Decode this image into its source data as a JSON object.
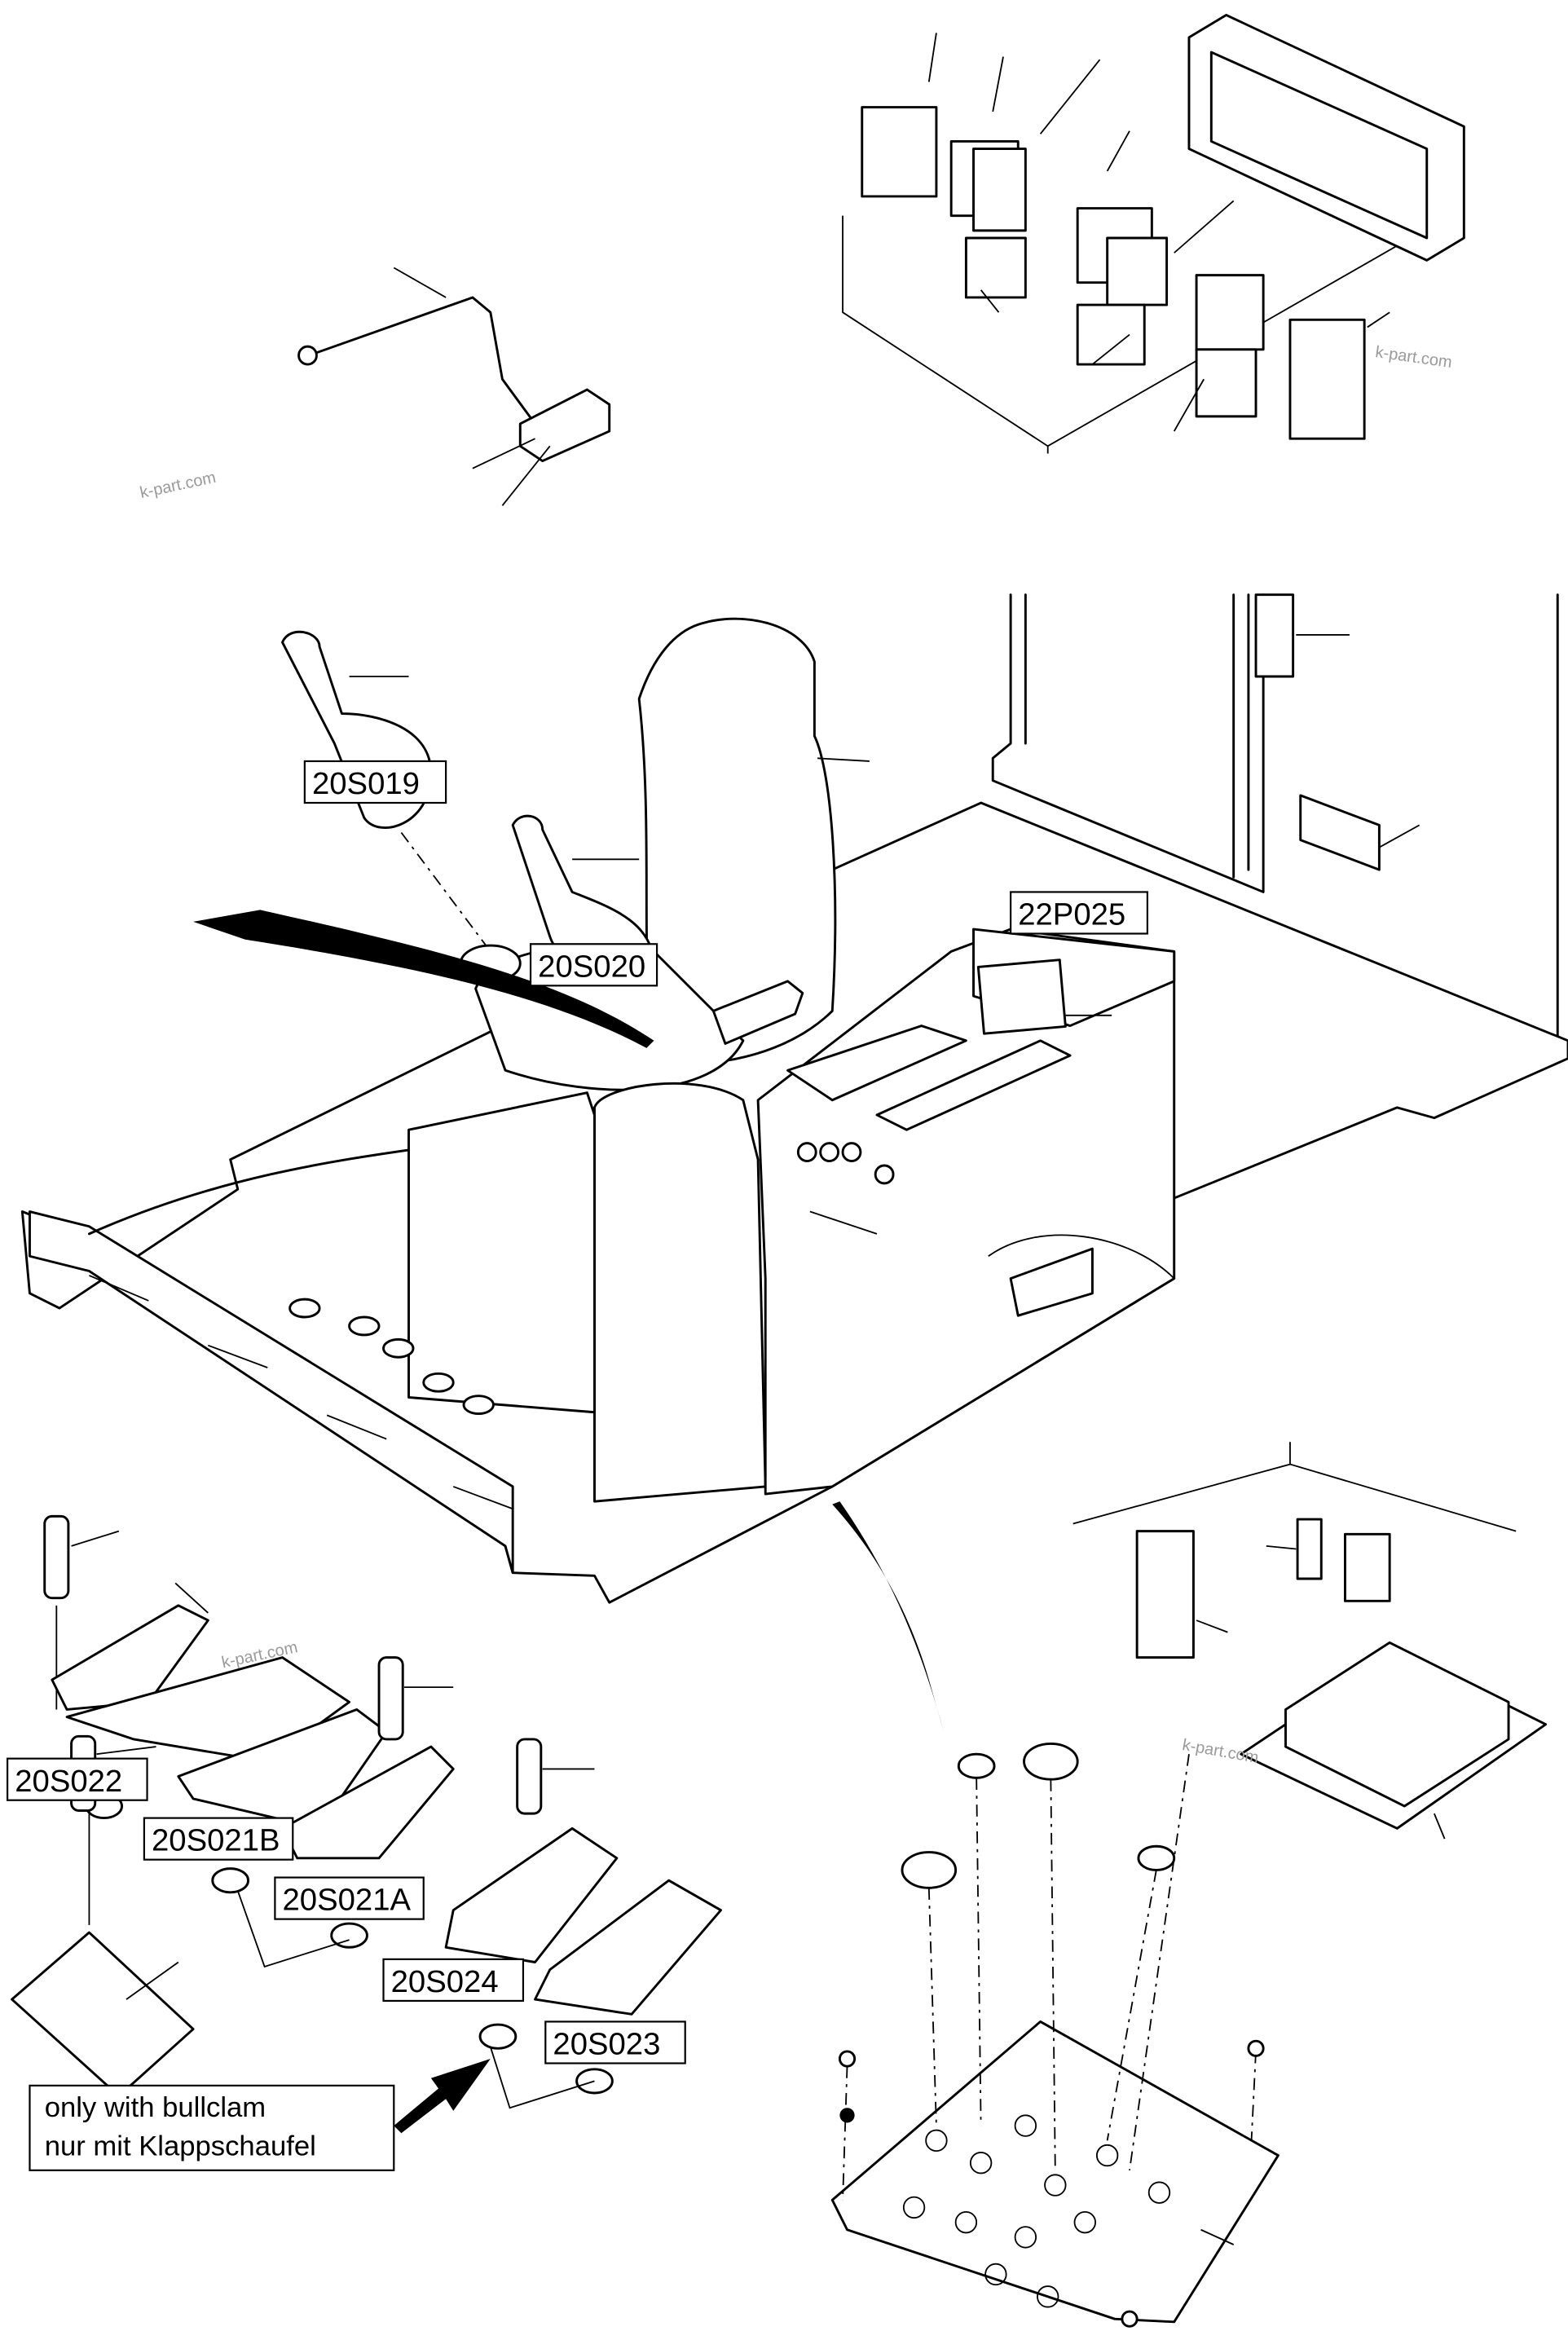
{
  "diagram": {
    "part_labels": {
      "joystick_left": "20S019",
      "joystick_right": "20S020",
      "display": "22P025",
      "pedal_left": "20S022",
      "pedal_middle_b": "20S021B",
      "pedal_middle_a": "20S021A",
      "pedal_bullclam_1": "20S024",
      "pedal_bullclam_2": "20S023"
    },
    "note": {
      "line1": "only with bullclam",
      "line2": "nur mit Klappschaufel"
    },
    "watermarks": [
      "k-part.com",
      "k-part.com",
      "k-part.com",
      "k-part.com"
    ],
    "colors": {
      "line": "#000000",
      "background": "#ffffff",
      "watermark": "#9a9a9a"
    }
  }
}
